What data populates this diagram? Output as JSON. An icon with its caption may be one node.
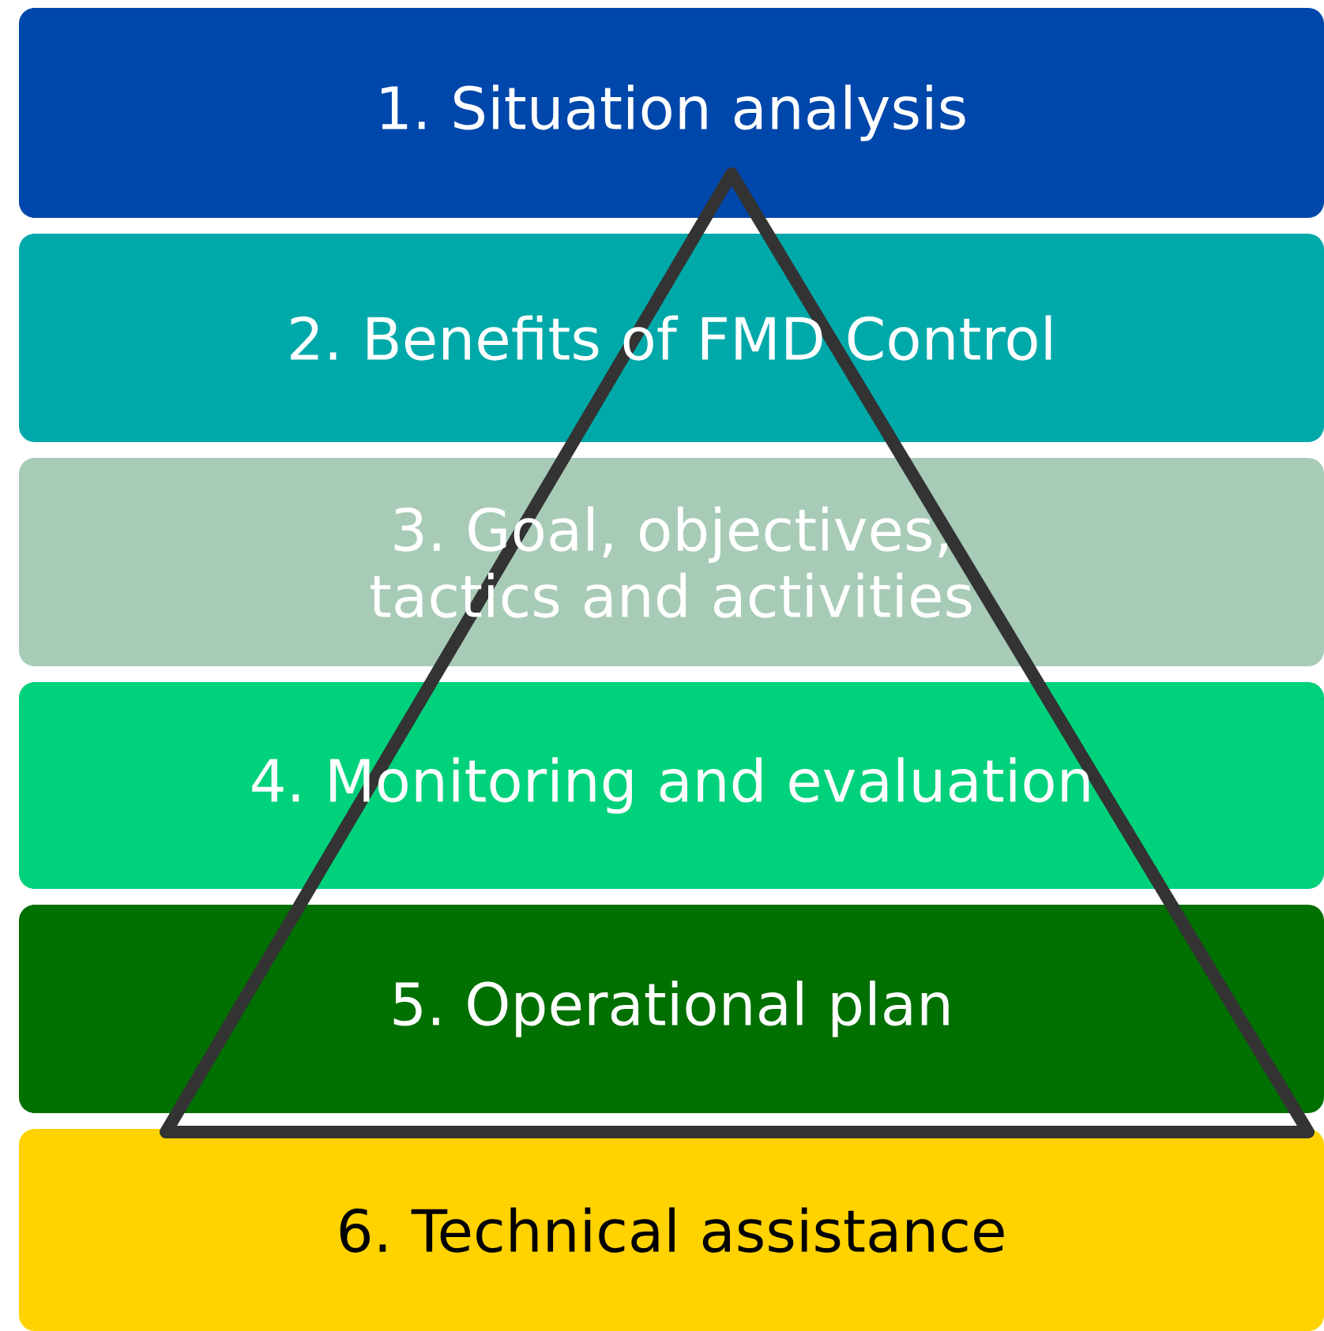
{
  "diagram": {
    "nodes": [
      {
        "text": [
          "1. Situation analysis"
        ]
      },
      {
        "text": [
          "2. Benefits of FMD Control"
        ]
      },
      {
        "text": [
          "3. Goal, objectives, tactics and activities"
        ]
      },
      {
        "text": [
          "4. Monitoring and evaluation"
        ]
      },
      {
        "text": [
          "5. Operational plan"
        ]
      },
      {
        "text": [
          "6. Technical assistance"
        ]
      }
    ]
  }
}
